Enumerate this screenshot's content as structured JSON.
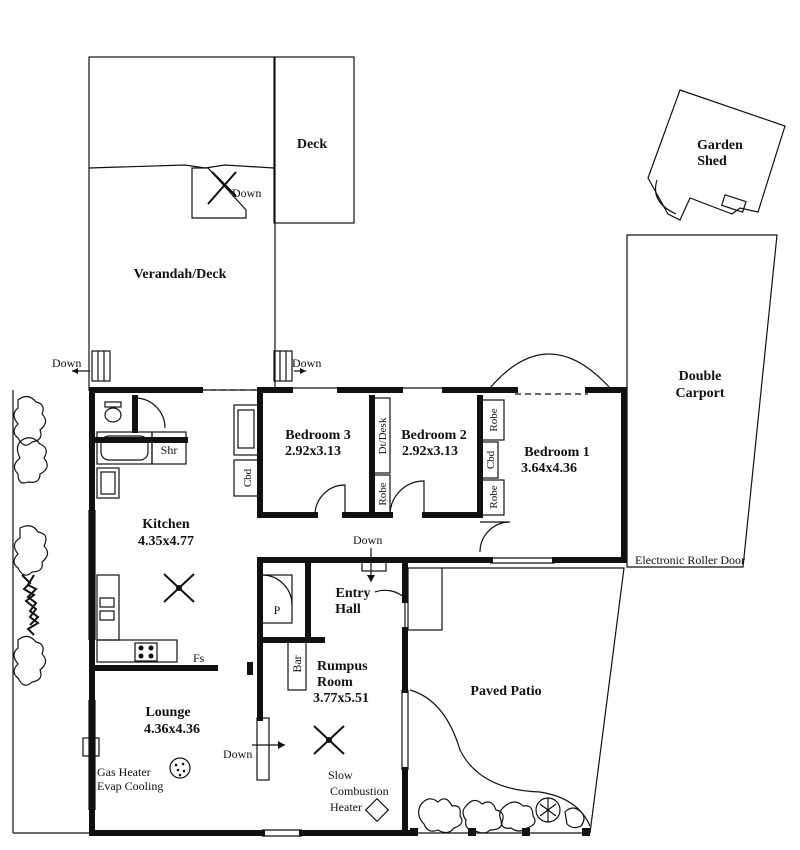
{
  "rooms": {
    "deck": "Deck",
    "verandah": "Verandah/Deck",
    "garden_shed": [
      "Garden",
      "Shed"
    ],
    "carport": [
      "Double",
      "Carport"
    ],
    "bedroom1": {
      "name": "Bedroom 1",
      "size": "3.64x4.36"
    },
    "bedroom2": {
      "name": "Bedroom 2",
      "size": "2.92x3.13"
    },
    "bedroom3": {
      "name": "Bedroom 3",
      "size": "2.92x3.13"
    },
    "kitchen": {
      "name": "Kitchen",
      "size": "4.35x4.77"
    },
    "lounge": {
      "name": "Lounge",
      "size": "4.36x4.36"
    },
    "rumpus": {
      "name": [
        "Rumpus",
        "Room"
      ],
      "size": "3.77x5.51"
    },
    "entry": [
      "Entry",
      "Hall"
    ],
    "patio": "Paved Patio"
  },
  "fixtures": {
    "shr": "Shr",
    "cbd": "Cbd",
    "robe": "Robe",
    "dt_desk": "Dt/Desk",
    "p": "P",
    "fs": "Fs",
    "bar": "Bar",
    "gas_heater": [
      "Gas Heater",
      "Evap Cooling"
    ],
    "slow_heater": [
      "Slow",
      "Combustion",
      "Heater"
    ],
    "roller_door": "Electronic Roller Door"
  },
  "stairs": {
    "down": "Down"
  }
}
